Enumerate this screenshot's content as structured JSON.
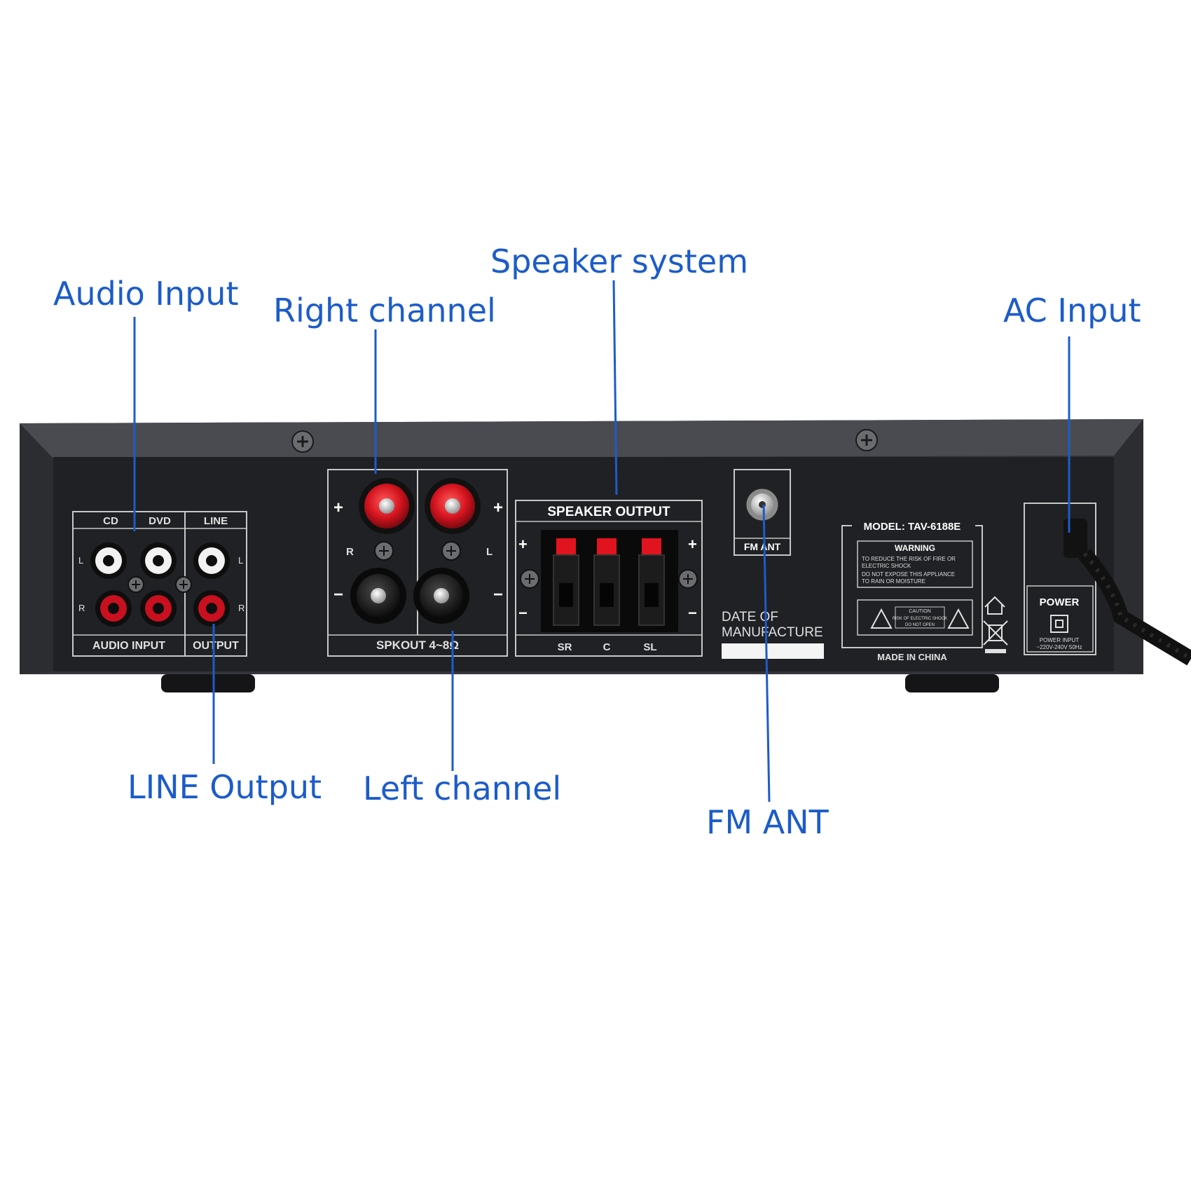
{
  "callouts": {
    "audio_input": "Audio Input",
    "right_channel": "Right channel",
    "speaker_system": "Speaker system",
    "ac_input": "AC Input",
    "line_output": "LINE Output",
    "left_channel": "Left channel",
    "fm_ant": "FM ANT"
  },
  "panel": {
    "audio": {
      "cd": "CD",
      "dvd": "DVD",
      "line": "LINE",
      "audio_input": "AUDIO INPUT",
      "output": "OUTPUT",
      "left_mark": "L",
      "right_mark": "R"
    },
    "spk": {
      "label": "SPKOUT 4~8Ω",
      "r": "R",
      "l": "L",
      "plus": "+",
      "minus": "−"
    },
    "speaker_output": {
      "title": "SPEAKER OUTPUT",
      "sr": "SR",
      "c": "C",
      "sl": "SL"
    },
    "fm_ant": "FM ANT",
    "date_line1": "DATE OF",
    "date_line2": "MANUFACTURE",
    "model": "MODEL: TAV-6188E",
    "warning_title": "WARNING",
    "warning_lines": [
      "TO REDUCE THE RISK OF FIRE OR",
      "ELECTRIC SHOCK",
      "DO NOT EXPOSE THIS APPLIANCE",
      "TO RAIN OR MOISTURE"
    ],
    "caution_lines": [
      "CAUTION",
      "RISK OF ELECTRIC SHOCK",
      "DO NOT OPEN"
    ],
    "made_in": "MADE IN CHINA",
    "power": "POWER",
    "power_input_1": "POWER INPUT",
    "power_input_2": "~220V-240V 50Hz"
  },
  "colors": {
    "callout_blue": "#1c5cc8",
    "chassis": "#2a2b2e",
    "panel": "#222326",
    "rca_red": "#c8101e",
    "rca_white": "#f2f2f2",
    "terminal_red": "#d4141e"
  }
}
